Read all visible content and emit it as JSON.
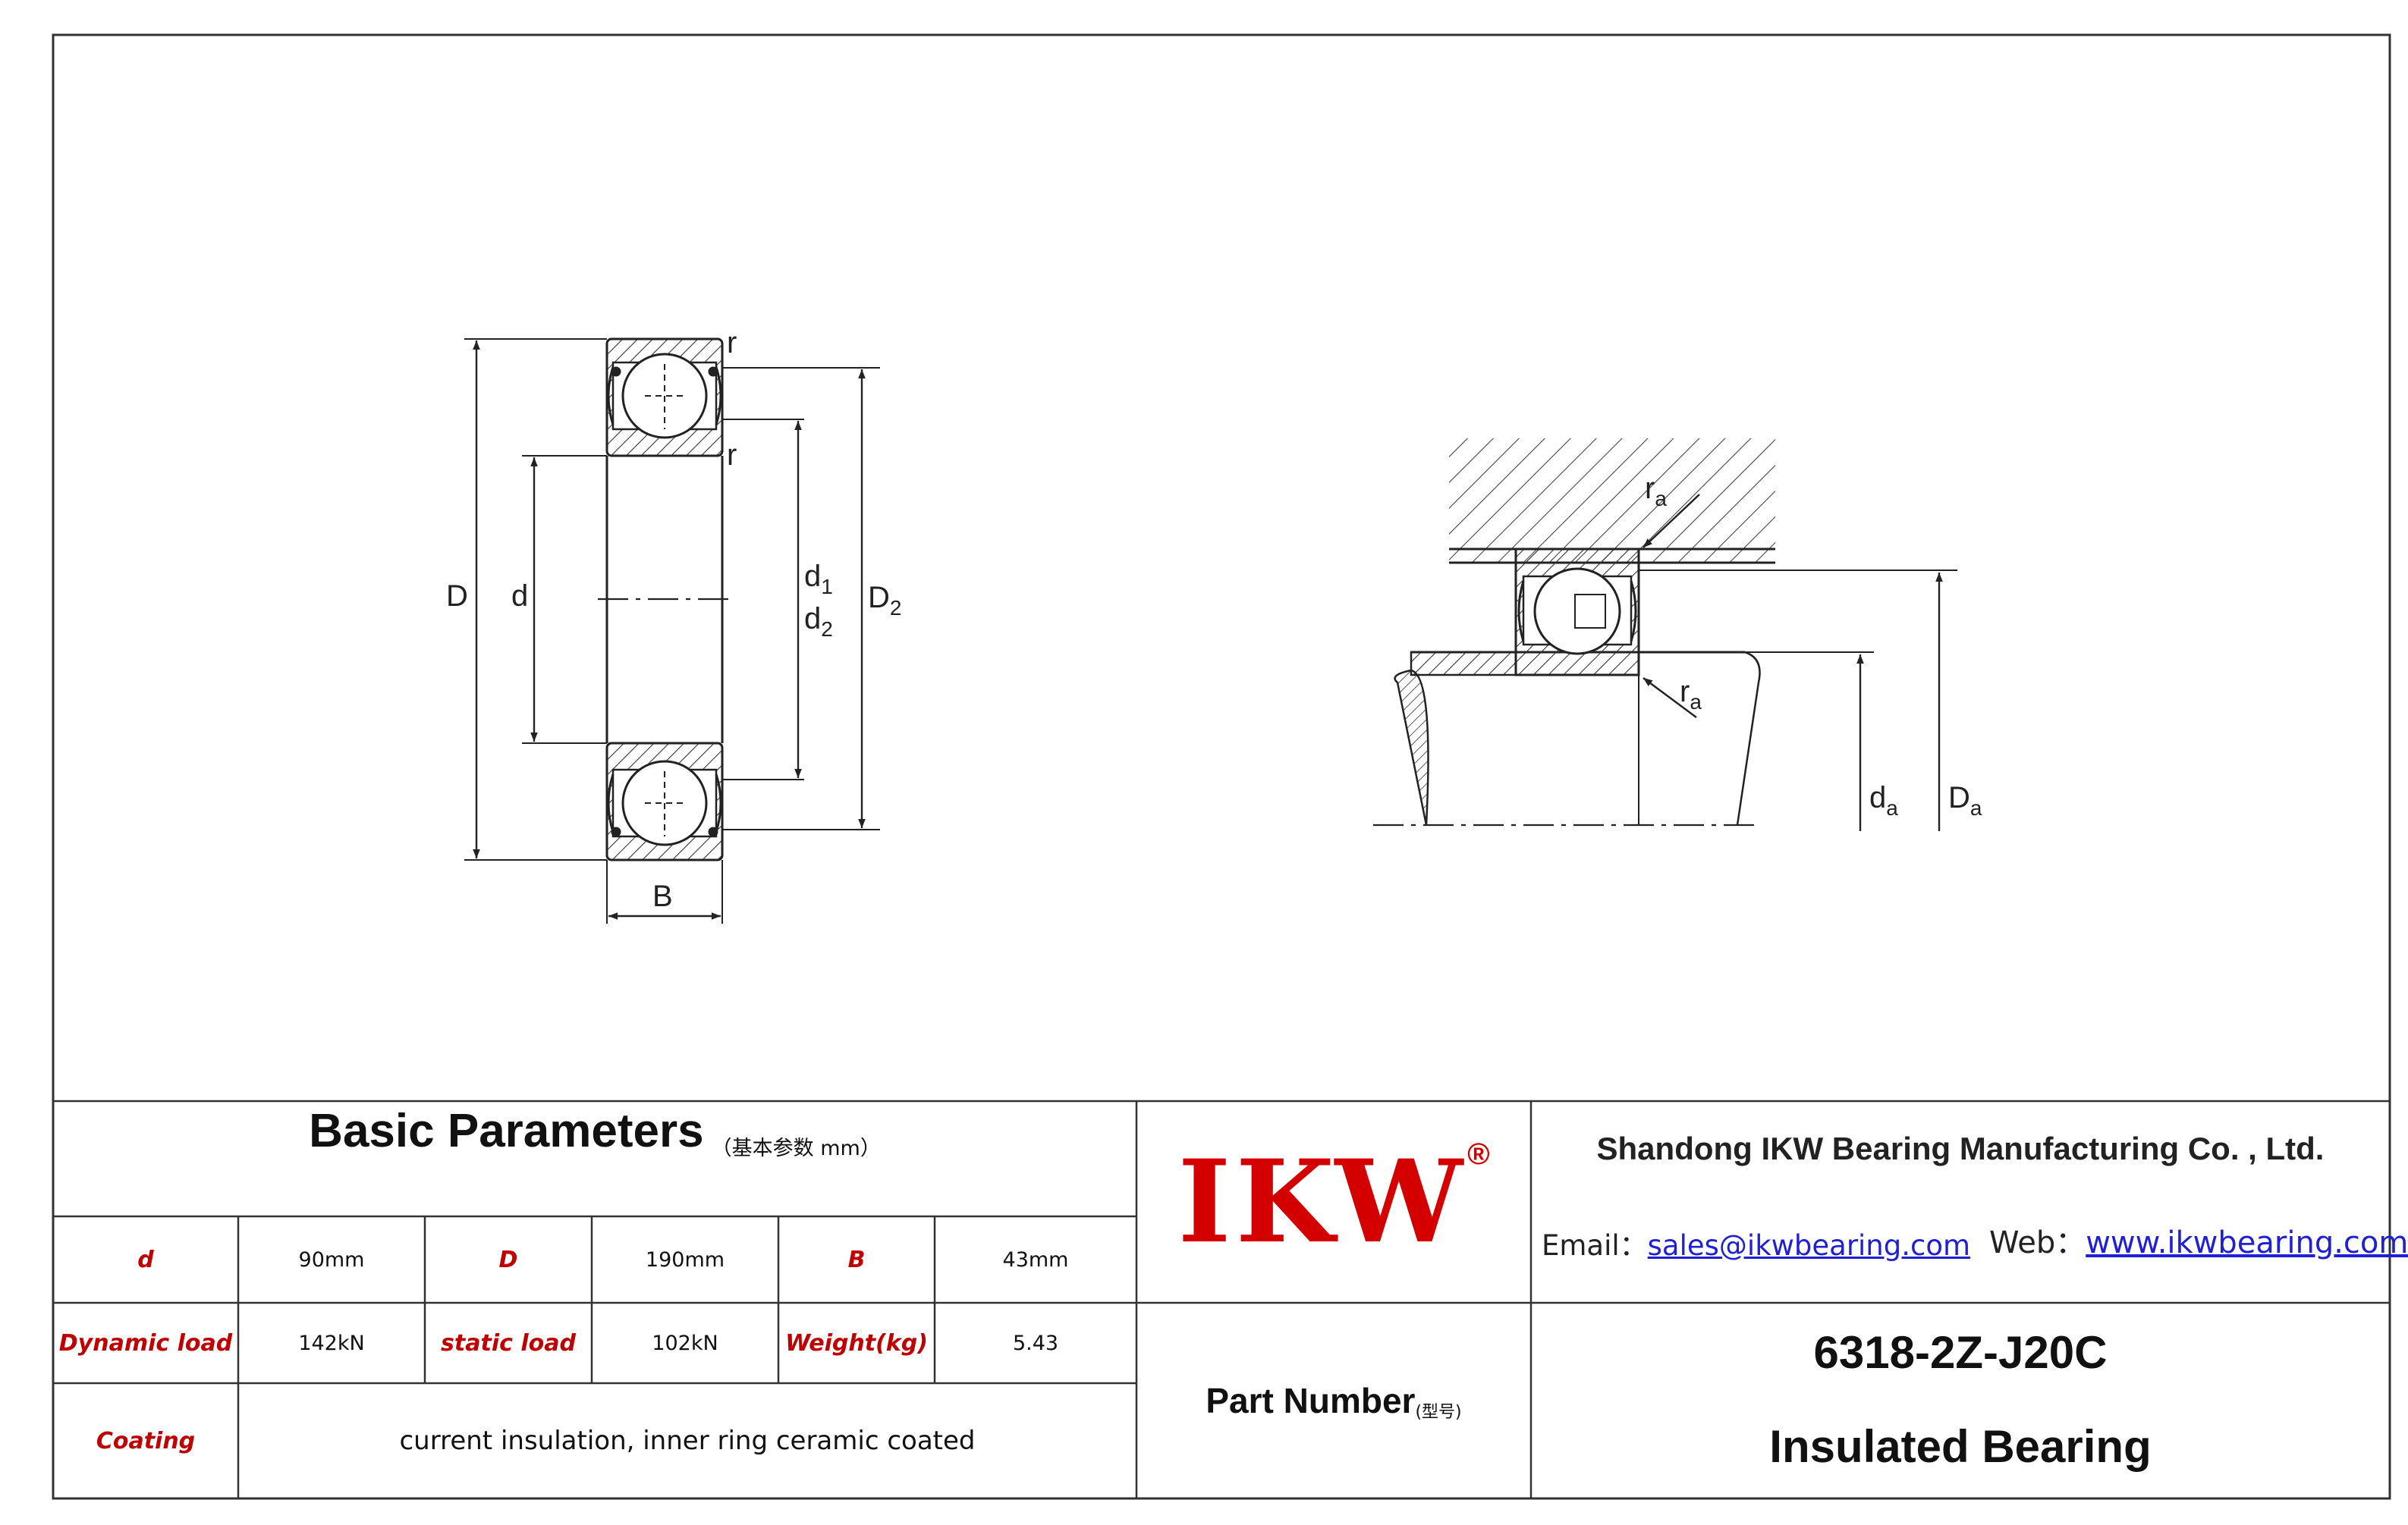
{
  "drawing_labels": {
    "r_top": "r",
    "r_mid": "r",
    "D": "D",
    "d": "d",
    "d1": "d",
    "d1_sub": "1",
    "d2": "d",
    "d2_sub": "2",
    "D2": "D",
    "D2_sub": "2",
    "B": "B",
    "ra_top": "r",
    "ra_top_sub": "a",
    "ra_bottom": "r",
    "ra_bottom_sub": "a",
    "da": "d",
    "da_sub": "a",
    "Da": "D",
    "Da_sub": "a"
  },
  "params": {
    "title": "Basic Parameters",
    "unit_note": "（基本参数 mm）",
    "row1": [
      {
        "label": "d",
        "value": "90mm"
      },
      {
        "label": "D",
        "value": "190mm"
      },
      {
        "label": "B",
        "value": "43mm"
      }
    ],
    "row2": [
      {
        "label": "Dynamic load",
        "value": "142kN"
      },
      {
        "label": "static load",
        "value": "102kN"
      },
      {
        "label": "Weight(kg)",
        "value": "5.43"
      }
    ],
    "coating_label": "Coating",
    "coating_value": "current insulation, inner ring ceramic coated"
  },
  "brand": {
    "logo": "IKW",
    "registered": "®",
    "brand_color": "#d40000"
  },
  "company": {
    "name": "Shandong IKW Bearing Manufacturing Co. , Ltd.",
    "email_label": "Email：",
    "email": "sales@ikwbearing.com",
    "web_label": "Web：",
    "web": "www.ikwbearing.com"
  },
  "part": {
    "label": "Part Number",
    "label_cn": "(型号)",
    "number": "6318-2Z-J20C",
    "type": "Insulated Bearing"
  }
}
